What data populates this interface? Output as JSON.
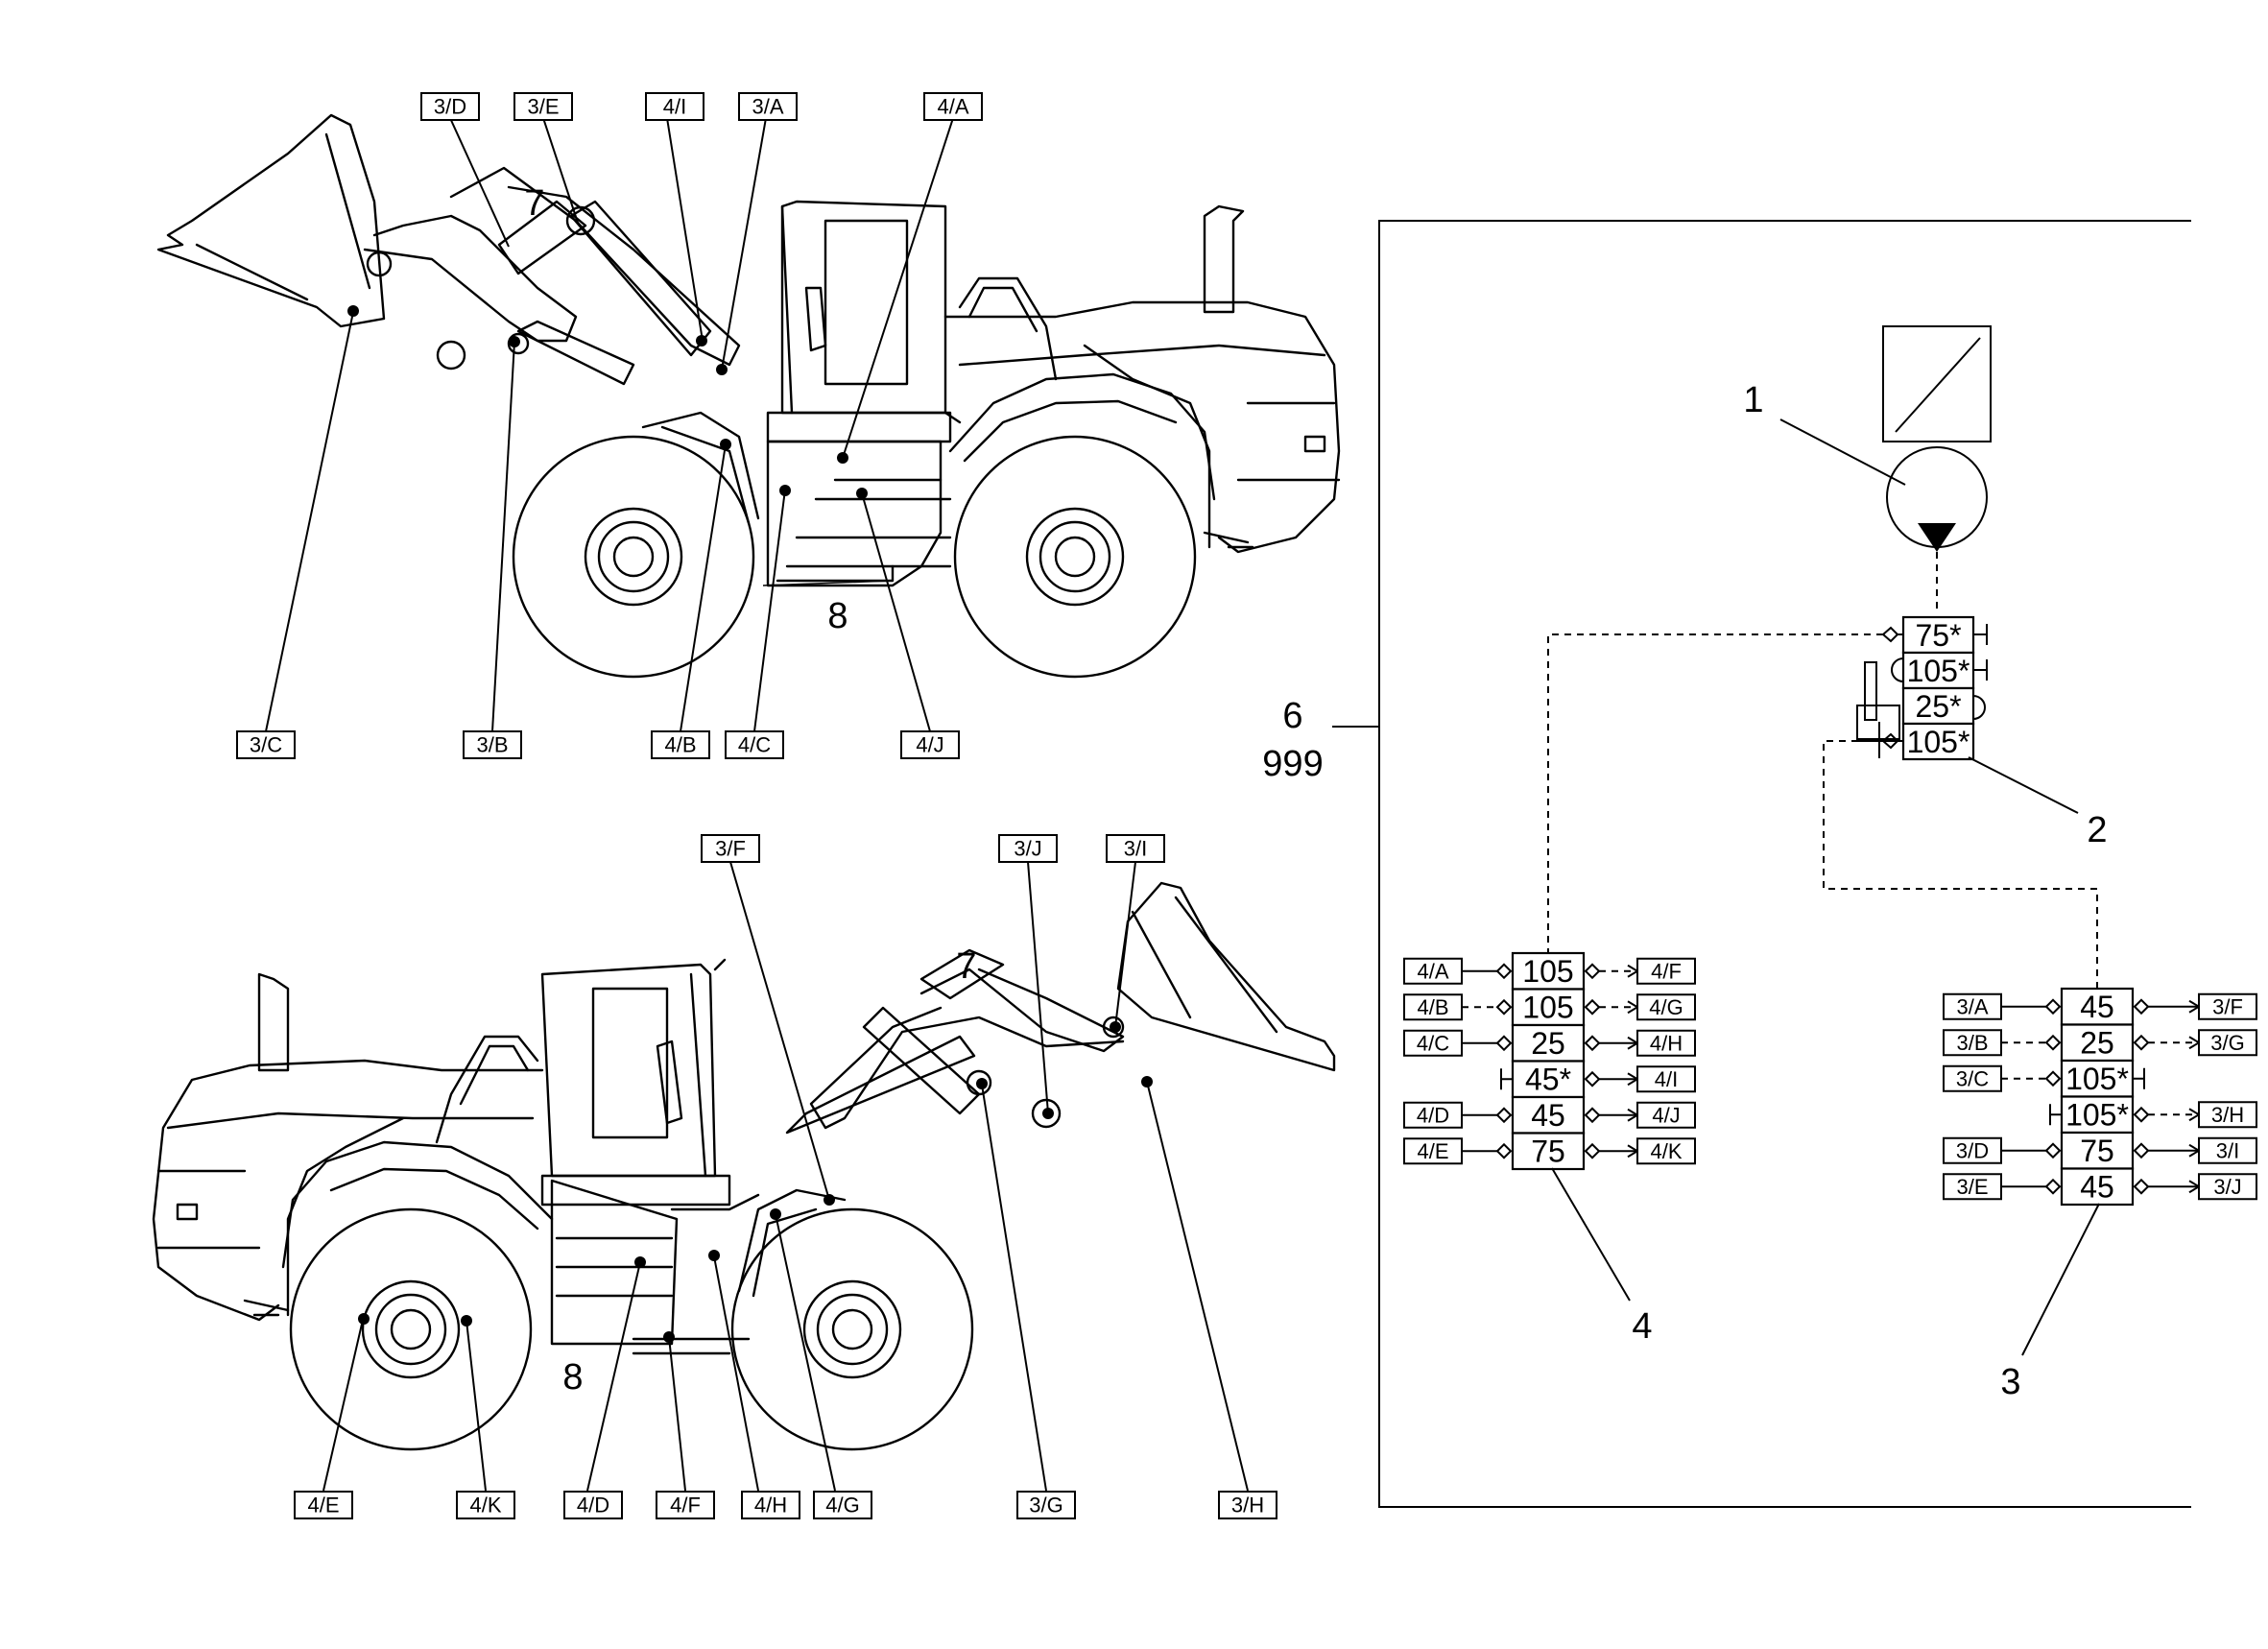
{
  "loader_top": {
    "callouts_above": [
      "3/D",
      "3/E",
      "4/I",
      "3/A",
      "4/A"
    ],
    "callouts_below": [
      "3/C",
      "3/B",
      "4/B",
      "4/C",
      "4/J"
    ],
    "item_labels": [
      "7",
      "8"
    ]
  },
  "loader_bottom": {
    "callouts_above": [
      "3/F",
      "3/J",
      "3/I"
    ],
    "callouts_below": [
      "4/E",
      "4/K",
      "4/D",
      "4/F",
      "4/H",
      "4/G",
      "3/G",
      "3/H"
    ],
    "item_labels": [
      "7",
      "8"
    ]
  },
  "schematic": {
    "group_label": "6",
    "group_sublabel": "999",
    "item_numbers": [
      "1",
      "2",
      "3",
      "4"
    ],
    "valve_stack": [
      "75*",
      "105*",
      "25*",
      "105*"
    ],
    "block_4": {
      "cells": [
        "105",
        "105",
        "25",
        "45*",
        "45",
        "75"
      ],
      "left": [
        "4/A",
        "4/B",
        "4/C",
        "",
        "4/D",
        "4/E"
      ],
      "right": [
        "4/F",
        "4/G",
        "4/H",
        "4/I",
        "4/J",
        "4/K"
      ]
    },
    "block_3": {
      "cells": [
        "45",
        "25",
        "105*",
        "105*",
        "75",
        "45"
      ],
      "left": [
        "3/A",
        "3/B",
        "3/C",
        "",
        "3/D",
        "3/E"
      ],
      "right": [
        "3/F",
        "3/G",
        "",
        "3/H",
        "3/I",
        "3/J"
      ]
    }
  }
}
